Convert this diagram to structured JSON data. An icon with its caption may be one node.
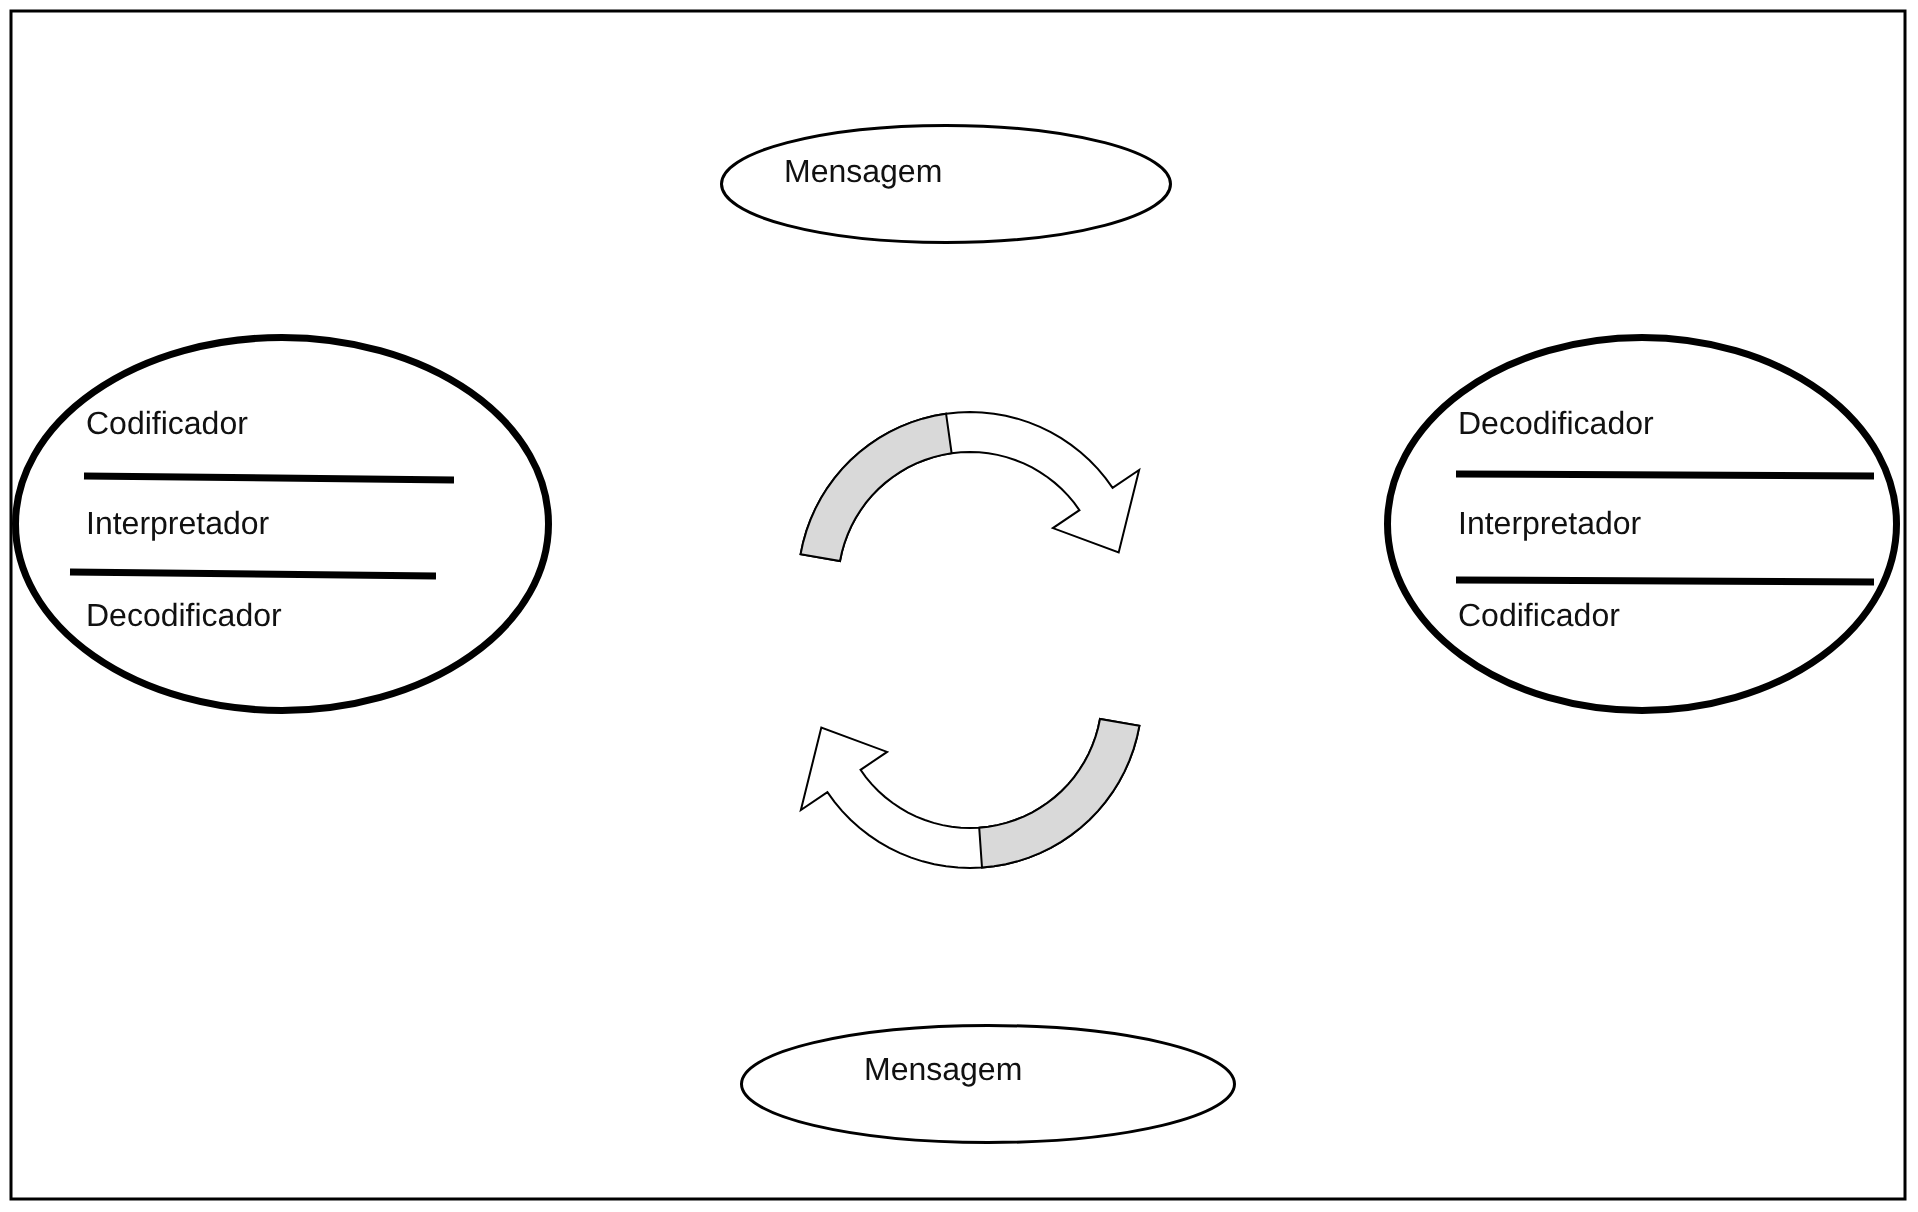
{
  "diagram": {
    "nodes": [
      {
        "text": [
          "Mensagem"
        ]
      },
      {
        "text": [
          "Codificador",
          "Interpretador",
          "Decodificador"
        ]
      },
      {
        "text": [
          "Decodificador",
          "Interpretador",
          "Codificador"
        ]
      },
      {
        "text": [
          "Mensagem"
        ]
      }
    ]
  }
}
